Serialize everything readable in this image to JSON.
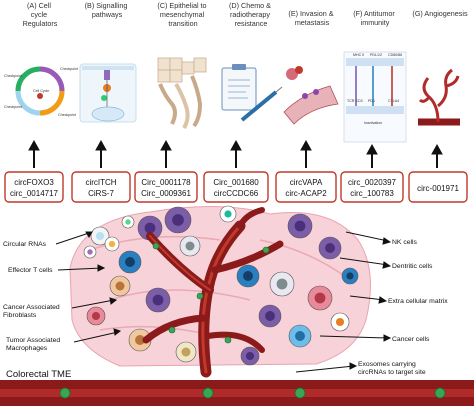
{
  "headers": [
    "(A) Cell cycle Regulators",
    "(B) Signalling pathways",
    "(C) Epithelial to mesenchymal transition",
    "(D) Chemo & radiotherapy resistance",
    "(E) Invasion & metastasis",
    "(F) Antitumor immunity",
    "(G) Angiogenesis"
  ],
  "header_lines": [
    [
      "(A) Cell",
      "cycle",
      "Regulators"
    ],
    [
      "(B) Signalling",
      "pathways"
    ],
    [
      "(C) Epithelial to",
      "mesenchymal",
      "transition"
    ],
    [
      "(D) Chemo &",
      "radiotherapy",
      "resistance"
    ],
    [
      "(E) Invasion &",
      "metastasis"
    ],
    [
      "(F) Antitumor",
      "immunity"
    ],
    [
      "(G) Angiogenesis"
    ]
  ],
  "circ_boxes": [
    [
      "circFOXO3",
      "circ_0014717"
    ],
    [
      "circITCH",
      "CiRS-7"
    ],
    [
      "Circ_0001178",
      "Circ_0009361"
    ],
    [
      "Circ_001680",
      "circCCDC66"
    ],
    [
      "circVAPA",
      "circ-ACAP2"
    ],
    [
      "circ_0020397",
      "circ_100783"
    ],
    [
      "circ-001971"
    ]
  ],
  "left_labels": [
    [
      "Circular RNAs"
    ],
    [
      "Effector T cells"
    ],
    [
      "Cancer Associated",
      "Fibroblasts"
    ],
    [
      "Tumor Associated",
      "Macrophages"
    ]
  ],
  "right_labels": [
    [
      "NK cells"
    ],
    [
      "Dentritic cells"
    ],
    [
      "Extra cellular matrix"
    ],
    [
      "Cancer cells"
    ],
    [
      "Exosomes carrying",
      "circRNAs to target site"
    ]
  ],
  "bottom_title": "Colorectal TME",
  "panel_a_text": [
    "Cell Cycle",
    "Checkpoint",
    "Checkpoint",
    "Checkpoint",
    "Checkpoint"
  ],
  "panel_f_text": [
    "MHC II",
    "PDL1/2",
    "CD80/86",
    "TCR CD3",
    "PD1",
    "CTLA4",
    "Inactivation"
  ],
  "colors": {
    "box_border": "#c0392b",
    "vessel": "#8b1a1a",
    "cancer_cell": "#7b5ea7",
    "t_cell": "#2a7fc1",
    "fibroblast": "#e88a9a",
    "ecm": "#f2b8c2"
  }
}
